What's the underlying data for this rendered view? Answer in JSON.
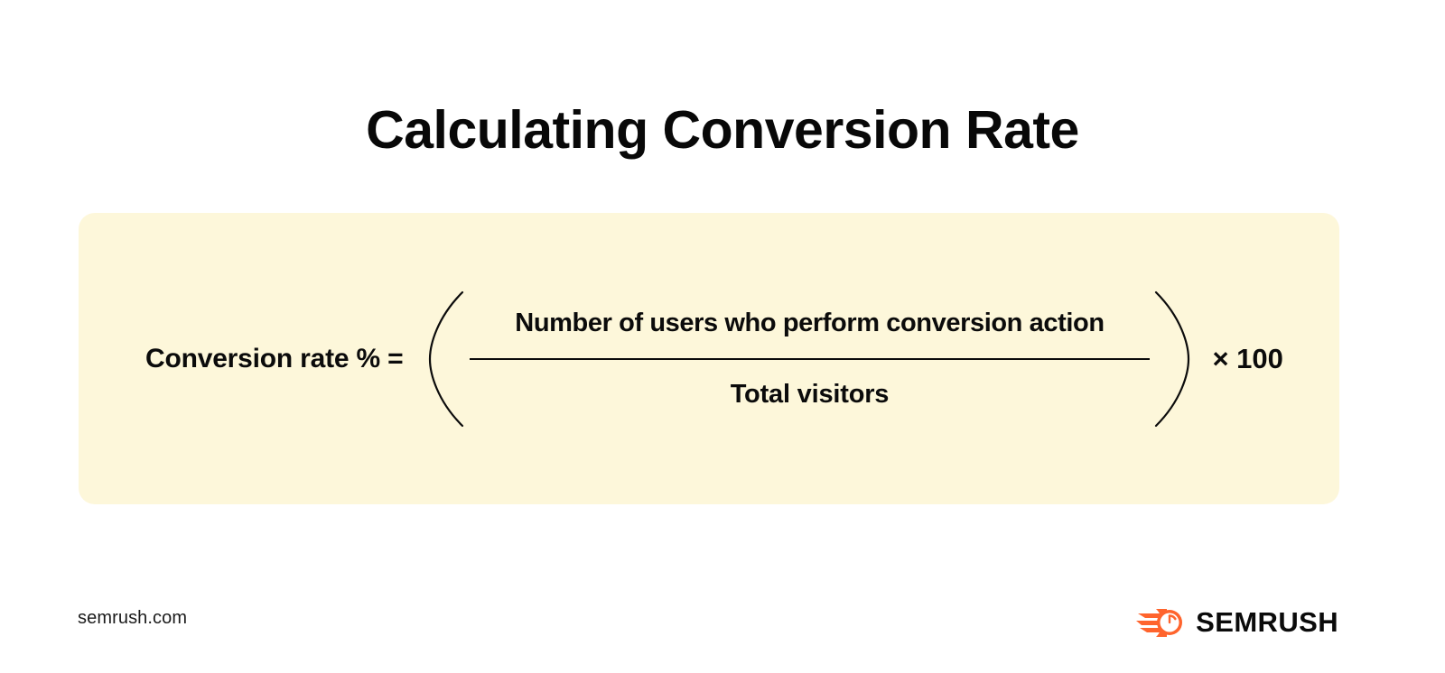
{
  "page": {
    "background_color": "#ffffff",
    "title": "Calculating Conversion Rate"
  },
  "formula": {
    "panel_color": "#FDF7DA",
    "text_color": "#0b0b0b",
    "left_label": "Conversion rate % =",
    "open_paren": "(",
    "numerator": "Number of users who perform conversion action",
    "denominator": "Total visitors",
    "close_paren": ")",
    "multiplier": "× 100"
  },
  "footer": {
    "url": "semrush.com",
    "brand_name": "SEMRUSH",
    "brand_icon": "semrush-comet-icon",
    "brand_accent_color": "#FF642D"
  }
}
